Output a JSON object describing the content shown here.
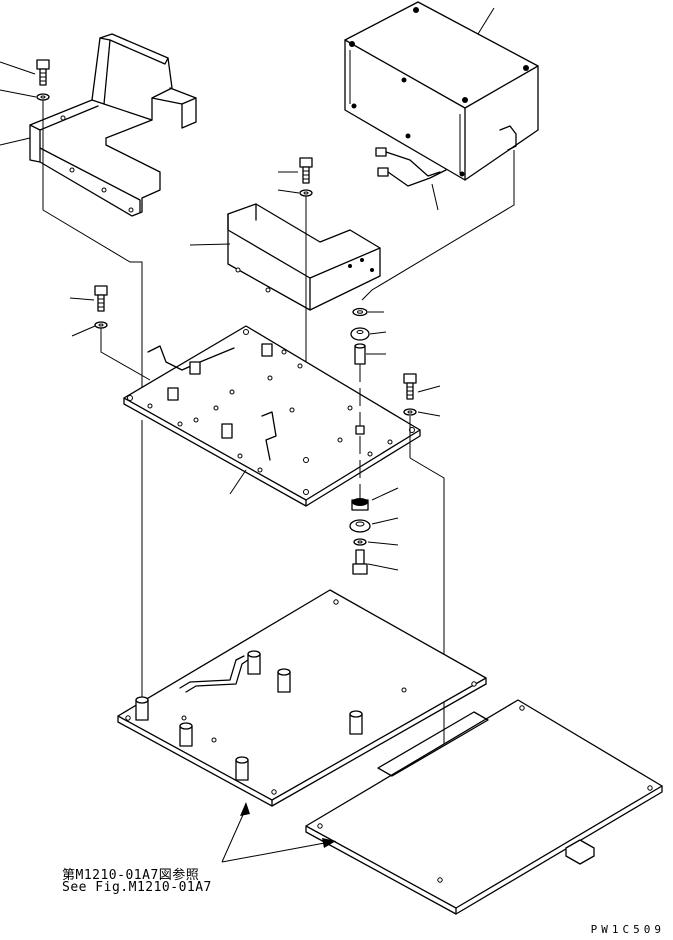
{
  "reference_note": {
    "japanese": "第M1210-01A7図参照",
    "english": "See Fig.M1210-01A7"
  },
  "figure_code": "PW1C509"
}
